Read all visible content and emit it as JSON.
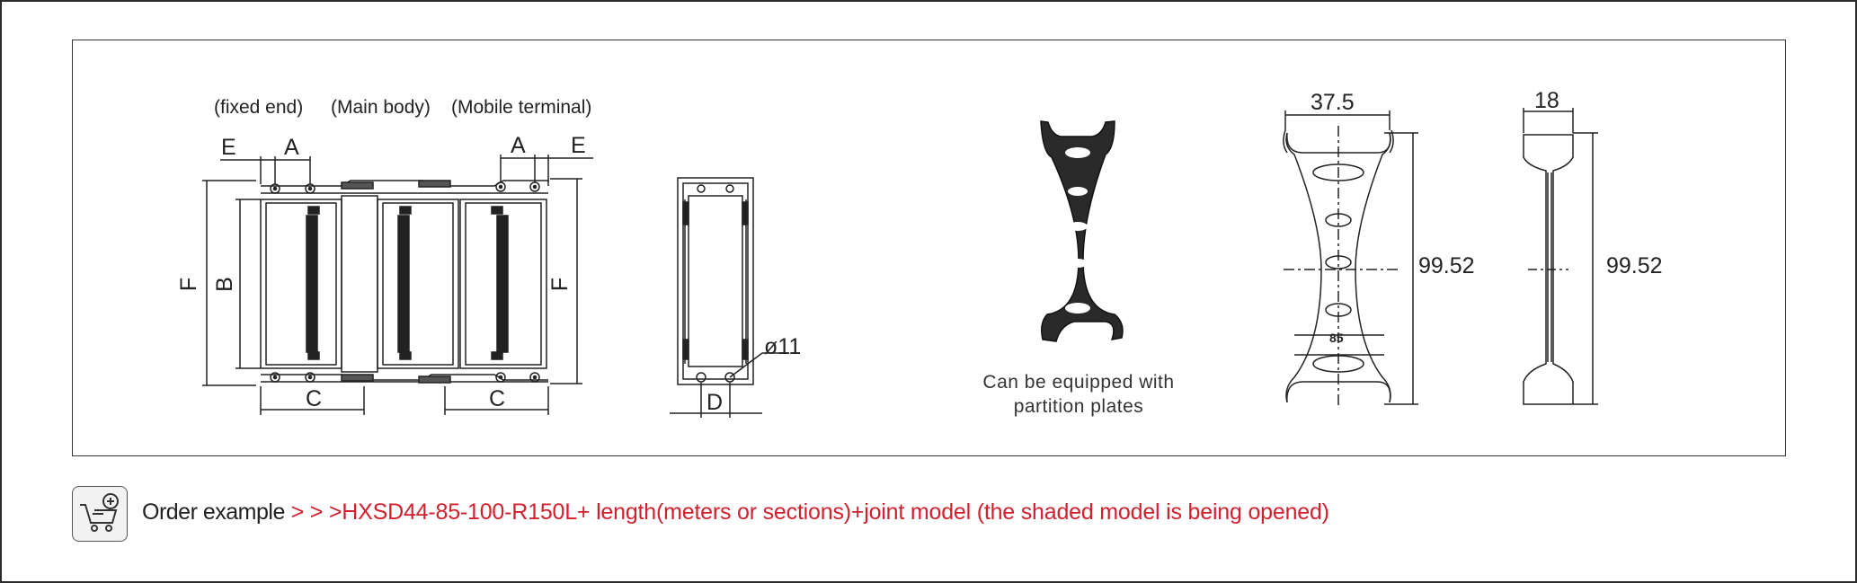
{
  "section_labels": {
    "fixed_end": "(fixed end)",
    "main_body": "(Main body)",
    "mobile_terminal": "(Mobile terminal)"
  },
  "dimensions": {
    "e_left": "E",
    "a_left": "A",
    "a_right": "A",
    "e_right": "E",
    "f_left": "F",
    "b": "B",
    "f_right": "F",
    "c_left": "C",
    "c_right": "C",
    "d": "D",
    "hole": "ø11",
    "width_separator": "37.5",
    "height_separator": "99.52",
    "thickness_separator": "18",
    "height_side": "99.52",
    "inner_mark": "85"
  },
  "caption": {
    "line1": "Can be equipped with",
    "line2": "partition plates"
  },
  "order": {
    "icon": "cart-add-icon",
    "prefix": "Order example",
    "code": " > > >HXSD44-85-100-R150L+ length(meters or sections)+joint model (the shaded model is being opened)"
  },
  "colors": {
    "accent_red": "#d3202e",
    "line": "#222222",
    "plate_fill": "#2a2a2a"
  }
}
